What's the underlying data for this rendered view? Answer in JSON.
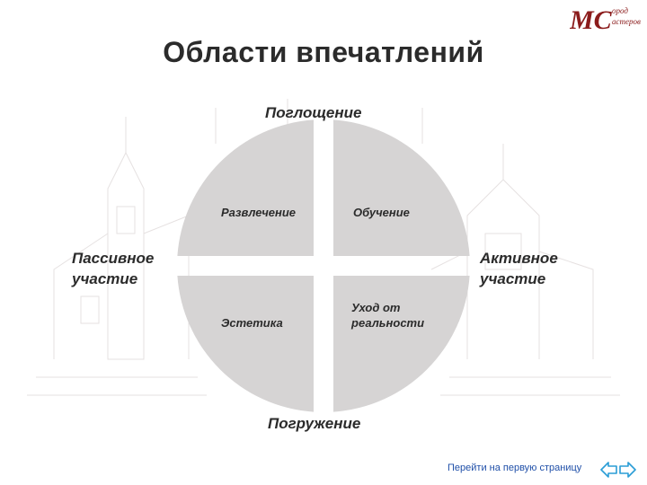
{
  "title": "Области впечатлений",
  "axes": {
    "top": "Поглощение",
    "bottom": "Погружение",
    "left_line1": "Пассивное",
    "left_line2": "участие",
    "right_line1": "Активное",
    "right_line2": "участие"
  },
  "quadrants": {
    "top_left": "Развлечение",
    "top_right": "Обучение",
    "bottom_left": "Эстетика",
    "bottom_right_line1": "Уход от",
    "bottom_right_line2": "реальности"
  },
  "logo_text_top": "ород",
  "logo_text_bottom": "астеров",
  "nav": {
    "first_page_link": "Перейти на первую страницу"
  },
  "colors": {
    "quadrant_fill": "#d6d4d4",
    "logo": "#8b1c1c",
    "link": "#1f4fa8",
    "nav_arrow": "#2a9dd6"
  },
  "icons": [
    "logo-mc-icon",
    "arrow-left-icon",
    "arrow-right-icon"
  ]
}
